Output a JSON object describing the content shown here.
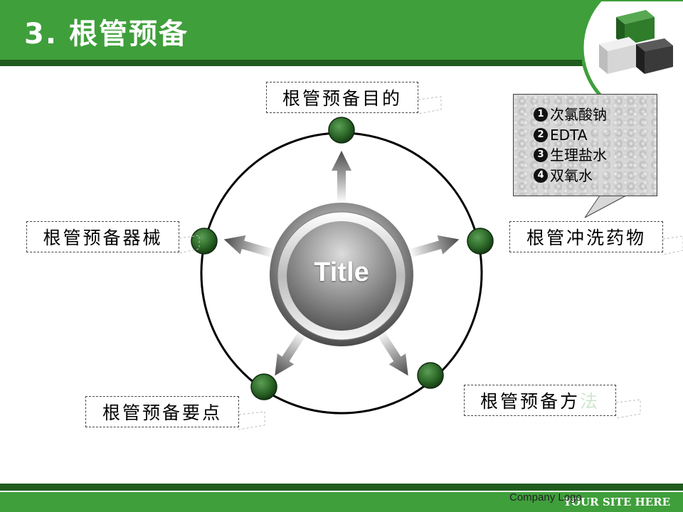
{
  "header": {
    "title": "3. 根管预备"
  },
  "center": {
    "title": "Title"
  },
  "nodes": {
    "top": {
      "label": "根管预备目的"
    },
    "right": {
      "label": "根管冲洗药物"
    },
    "left": {
      "label": "根管预备器械"
    },
    "bottom_left": {
      "label": "根管预备要点"
    },
    "bottom_right": {
      "label_main": "根管预备方",
      "label_faint": "法"
    }
  },
  "callout": {
    "items": [
      {
        "num": "1",
        "text": "次氯酸钠"
      },
      {
        "num": "2",
        "text": "EDTA"
      },
      {
        "num": "3",
        "text": "生理盐水"
      },
      {
        "num": "4",
        "text": "双氧水"
      }
    ]
  },
  "footer": {
    "company_logo": "Company Logo",
    "site": "YOUR SITE HERE"
  },
  "colors": {
    "brand_green": "#3f9f3b",
    "dark_green": "#1f5c1d",
    "node_green": "#2e6b2a"
  }
}
